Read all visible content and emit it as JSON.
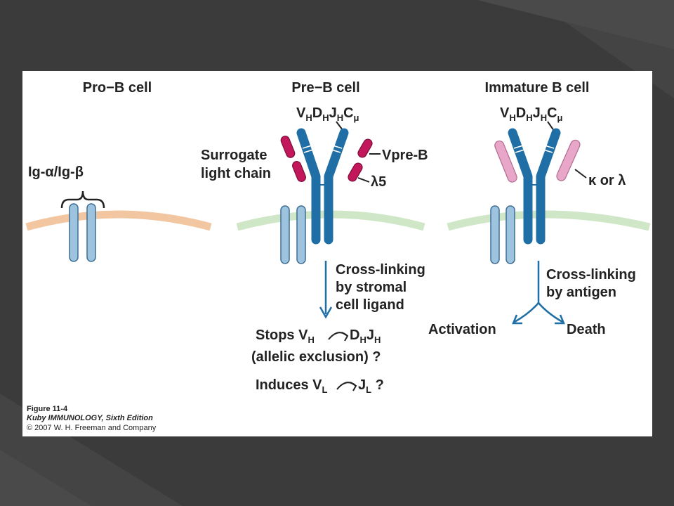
{
  "titles": {
    "pro_b": "Pro−B cell",
    "pre_b": "Pre−B cell",
    "immature_b": "Immature B cell"
  },
  "labels": {
    "ig_alpha_beta": "Ig-α/Ig-β",
    "surrogate_line1": "Surrogate",
    "surrogate_line2": "light chain",
    "heavy_chain_main": "VDJC",
    "heavy_chain_V": "V",
    "heavy_chain_Vsub": "H",
    "heavy_chain_D": "D",
    "heavy_chain_Dsub": "H",
    "heavy_chain_J": "J",
    "heavy_chain_Jsub": "H",
    "heavy_chain_C": "C",
    "heavy_chain_Csub": "μ",
    "vpre_b": "Vpre-B",
    "lambda5": "λ5",
    "kappa_lambda": "κ or λ"
  },
  "pre_b_outcome": {
    "crosslink_line1": "Cross-linking",
    "crosslink_line2": "by stromal",
    "crosslink_line3": "cell ligand",
    "stops_prefix": "Stops V",
    "stops_sub1": "H",
    "stops_target": "D",
    "stops_sub2": "H",
    "stops_target2": "J",
    "stops_sub3": "H",
    "allelic": "(allelic exclusion) ?",
    "induces_prefix": "Induces V",
    "induces_sub1": "L",
    "induces_target": "J",
    "induces_sub2": "L",
    "induces_suffix": " ?"
  },
  "immature_outcome": {
    "crosslink_line1": "Cross-linking",
    "crosslink_line2": "by antigen",
    "activation": "Activation",
    "death": "Death"
  },
  "caption": {
    "line1": "Figure 11-4",
    "line2": "Kuby IMMUNOLOGY, Sixth Edition",
    "line3": "© 2007 W. H. Freeman and Company"
  },
  "colors": {
    "heavy_chain": "#1f6fa6",
    "ig_alpha_beta": "#9ec3de",
    "surrogate_chain": "#c2185b",
    "light_chain": "#e8a6c8",
    "membrane_pro_b": "#f2c6a0",
    "membrane_other": "#cfe6c7",
    "arrow": "#1f6fa6"
  }
}
